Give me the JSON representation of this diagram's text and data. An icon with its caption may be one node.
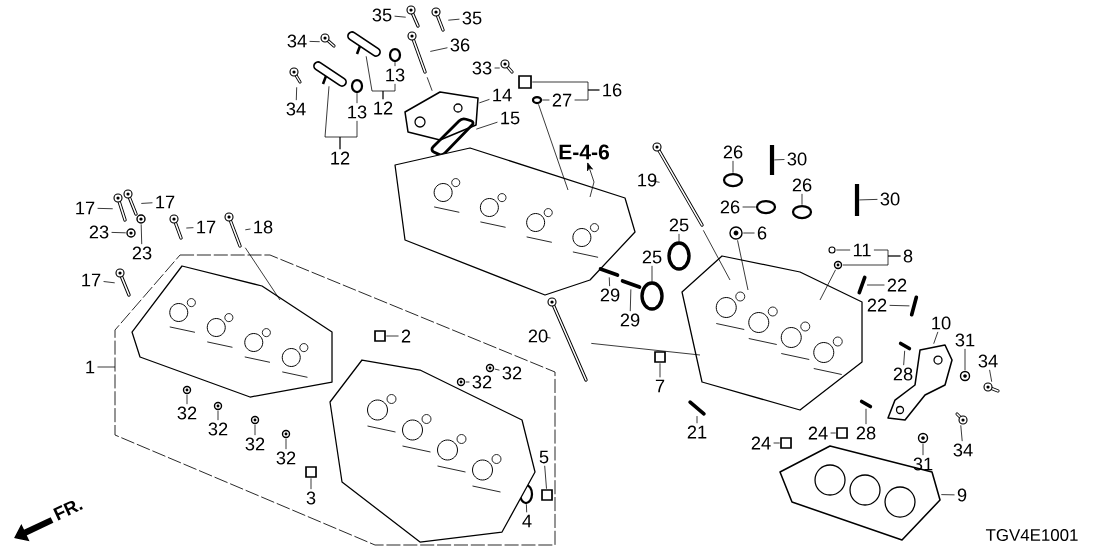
{
  "diagram": {
    "nodes": [
      {
        "text": [
          "35"
        ]
      },
      {
        "text": [
          "35"
        ]
      },
      {
        "text": [
          "34"
        ]
      },
      {
        "text": [
          "36"
        ]
      },
      {
        "text": [
          "13"
        ]
      },
      {
        "text": [
          "33"
        ]
      },
      {
        "text": [
          "16"
        ]
      },
      {
        "text": [
          "27"
        ]
      },
      {
        "text": [
          "14"
        ]
      },
      {
        "text": [
          "12"
        ]
      },
      {
        "text": [
          "34"
        ]
      },
      {
        "text": [
          "13"
        ]
      },
      {
        "text": [
          "15"
        ]
      },
      {
        "text": [
          "12"
        ]
      },
      {
        "text": [
          "E-4-6"
        ]
      },
      {
        "text": [
          "26"
        ]
      },
      {
        "text": [
          "30"
        ]
      },
      {
        "text": [
          "19"
        ]
      },
      {
        "text": [
          "26"
        ]
      },
      {
        "text": [
          "26"
        ]
      },
      {
        "text": [
          "30"
        ]
      },
      {
        "text": [
          "25"
        ]
      },
      {
        "text": [
          "6"
        ]
      },
      {
        "text": [
          "11"
        ]
      },
      {
        "text": [
          "8"
        ]
      },
      {
        "text": [
          "29"
        ]
      },
      {
        "text": [
          "25"
        ]
      },
      {
        "text": [
          "22"
        ]
      },
      {
        "text": [
          "22"
        ]
      },
      {
        "text": [
          "10"
        ]
      },
      {
        "text": [
          "31"
        ]
      },
      {
        "text": [
          "34"
        ]
      },
      {
        "text": [
          "28"
        ]
      },
      {
        "text": [
          "28"
        ]
      },
      {
        "text": [
          "31"
        ]
      },
      {
        "text": [
          "34"
        ]
      },
      {
        "text": [
          "9"
        ]
      },
      {
        "text": [
          "1"
        ]
      },
      {
        "text": [
          "17"
        ]
      },
      {
        "text": [
          "17"
        ]
      },
      {
        "text": [
          "23"
        ]
      },
      {
        "text": [
          "23"
        ]
      },
      {
        "text": [
          "17"
        ]
      },
      {
        "text": [
          "18"
        ]
      },
      {
        "text": [
          "17"
        ]
      },
      {
        "text": [
          "2"
        ]
      },
      {
        "text": [
          "20"
        ]
      },
      {
        "text": [
          "32"
        ]
      },
      {
        "text": [
          "32"
        ]
      },
      {
        "text": [
          "7"
        ]
      },
      {
        "text": [
          "32"
        ]
      },
      {
        "text": [
          "32"
        ]
      },
      {
        "text": [
          "32"
        ]
      },
      {
        "text": [
          "32"
        ]
      },
      {
        "text": [
          "21"
        ]
      },
      {
        "text": [
          "24"
        ]
      },
      {
        "text": [
          "24"
        ]
      },
      {
        "text": [
          "3"
        ]
      },
      {
        "text": [
          "5"
        ]
      },
      {
        "text": [
          "4"
        ]
      },
      {
        "text": [
          "29"
        ]
      },
      {
        "text": [],
        "shape": "picture"
      },
      {
        "text": [],
        "shape": "picture"
      },
      {
        "text": [],
        "shape": "picture"
      },
      {
        "text": [],
        "shape": "picture"
      },
      {
        "text": [],
        "shape": "circle"
      },
      {
        "text": [],
        "shape": "picture"
      },
      {
        "text": [],
        "shape": "box"
      },
      {
        "text": [],
        "shape": "circle"
      },
      {
        "text": [],
        "shape": "picture"
      },
      {
        "text": [],
        "shape": "picture"
      },
      {
        "text": [],
        "shape": "picture"
      },
      {
        "text": [],
        "shape": "circle"
      },
      {
        "text": [],
        "shape": "picture"
      },
      {
        "text": [],
        "shape": "picture"
      },
      {
        "text": [],
        "shape": "picture"
      },
      {
        "text": [],
        "shape": "circle"
      },
      {
        "text": [],
        "shape": "picture"
      },
      {
        "text": [],
        "shape": "picture"
      },
      {
        "text": [],
        "shape": "circle"
      },
      {
        "text": [],
        "shape": "circle"
      },
      {
        "text": [],
        "shape": "picture"
      },
      {
        "text": [],
        "shape": "circle"
      },
      {
        "text": [],
        "shape": "picture"
      },
      {
        "text": [],
        "shape": "circle"
      },
      {
        "text": [],
        "shape": "picture"
      },
      {
        "text": [],
        "shape": "picture"
      },
      {
        "text": [],
        "shape": "circle"
      },
      {
        "text": [],
        "shape": "picture"
      },
      {
        "text": [],
        "shape": "picture"
      },
      {
        "text": [],
        "shape": "picture"
      },
      {
        "text": [],
        "shape": "picture"
      },
      {
        "text": [],
        "shape": "picture"
      },
      {
        "text": [],
        "shape": "picture"
      },
      {
        "text": [],
        "shape": "picture"
      },
      {
        "text": [],
        "shape": "picture"
      },
      {
        "text": [],
        "shape": "picture"
      },
      {
        "text": [],
        "shape": "picture"
      },
      {
        "text": [],
        "shape": "picture"
      },
      {
        "text": [],
        "shape": "picture"
      },
      {
        "text": [],
        "shape": "picture"
      },
      {
        "text": [],
        "shape": "picture"
      },
      {
        "text": [],
        "shape": "picture"
      },
      {
        "text": [],
        "shape": "picture"
      },
      {
        "text": [],
        "shape": "picture"
      },
      {
        "text": [],
        "shape": "picture"
      },
      {
        "text": [],
        "shape": "box"
      },
      {
        "text": [],
        "shape": "picture"
      },
      {
        "text": [],
        "shape": "picture"
      },
      {
        "text": [],
        "shape": "picture"
      },
      {
        "text": [],
        "shape": "box"
      },
      {
        "text": [],
        "shape": "picture"
      },
      {
        "text": [],
        "shape": "picture"
      },
      {
        "text": [],
        "shape": "picture"
      },
      {
        "text": [],
        "shape": "picture"
      },
      {
        "text": [],
        "shape": "picture"
      },
      {
        "text": [],
        "shape": "box"
      },
      {
        "text": [],
        "shape": "box"
      },
      {
        "text": [],
        "shape": "box"
      },
      {
        "text": [],
        "shape": "box"
      },
      {
        "text": [],
        "shape": "circle"
      },
      {
        "text": [],
        "shape": "picture"
      },
      {
        "text": [],
        "shape": "picture"
      },
      {
        "text": [],
        "shape": "picture"
      }
    ],
    "edges": [
      {
        "from": 0,
        "to": 61,
        "arrow": "none"
      },
      {
        "from": 1,
        "to": 62,
        "arrow": "none"
      },
      {
        "from": 2,
        "to": 63,
        "arrow": "none"
      },
      {
        "from": 3,
        "to": 64,
        "arrow": "none"
      },
      {
        "from": 4,
        "to": 65,
        "arrow": "none"
      },
      {
        "from": 5,
        "to": 66,
        "arrow": "none"
      },
      {
        "from": 6,
        "to": 67,
        "arrow": "none"
      },
      {
        "from": 6,
        "to": 7,
        "arrow": "none"
      },
      {
        "from": 7,
        "to": 68,
        "arrow": "none"
      },
      {
        "from": 8,
        "to": 69,
        "arrow": "none"
      },
      {
        "from": 9,
        "to": 70,
        "arrow": "none"
      },
      {
        "from": 9,
        "to": 4,
        "arrow": "none"
      },
      {
        "from": 10,
        "to": 71,
        "arrow": "none"
      },
      {
        "from": 11,
        "to": 72,
        "arrow": "none"
      },
      {
        "from": 12,
        "to": 73,
        "arrow": "none"
      },
      {
        "from": 13,
        "to": 74,
        "arrow": "none"
      },
      {
        "from": 13,
        "to": 11,
        "arrow": "none"
      },
      {
        "from": 75,
        "to": 14,
        "arrow": "to"
      },
      {
        "from": 15,
        "to": 76,
        "arrow": "none"
      },
      {
        "from": 16,
        "to": 77,
        "arrow": "none"
      },
      {
        "from": 17,
        "to": 78,
        "arrow": "none"
      },
      {
        "from": 18,
        "to": 79,
        "arrow": "none"
      },
      {
        "from": 19,
        "to": 80,
        "arrow": "none"
      },
      {
        "from": 20,
        "to": 81,
        "arrow": "none"
      },
      {
        "from": 21,
        "to": 82,
        "arrow": "none"
      },
      {
        "from": 22,
        "to": 83,
        "arrow": "none"
      },
      {
        "from": 23,
        "to": 84,
        "arrow": "none"
      },
      {
        "from": 24,
        "to": 23,
        "arrow": "none"
      },
      {
        "from": 24,
        "to": 85,
        "arrow": "none"
      },
      {
        "from": 25,
        "to": 86,
        "arrow": "none"
      },
      {
        "from": 26,
        "to": 87,
        "arrow": "none"
      },
      {
        "from": 27,
        "to": 88,
        "arrow": "none"
      },
      {
        "from": 28,
        "to": 89,
        "arrow": "none"
      },
      {
        "from": 29,
        "to": 90,
        "arrow": "none"
      },
      {
        "from": 30,
        "to": 91,
        "arrow": "none"
      },
      {
        "from": 31,
        "to": 92,
        "arrow": "none"
      },
      {
        "from": 32,
        "to": 93,
        "arrow": "none"
      },
      {
        "from": 33,
        "to": 94,
        "arrow": "none"
      },
      {
        "from": 34,
        "to": 95,
        "arrow": "none"
      },
      {
        "from": 35,
        "to": 96,
        "arrow": "none"
      },
      {
        "from": 36,
        "to": 97,
        "arrow": "none"
      },
      {
        "from": 37,
        "to": null,
        "arrow": "none"
      },
      {
        "from": 38,
        "to": 99,
        "arrow": "none"
      },
      {
        "from": 39,
        "to": 100,
        "arrow": "none"
      },
      {
        "from": 40,
        "to": 101,
        "arrow": "none"
      },
      {
        "from": 41,
        "to": 102,
        "arrow": "none"
      },
      {
        "from": 42,
        "to": 103,
        "arrow": "none"
      },
      {
        "from": 43,
        "to": 104,
        "arrow": "none"
      },
      {
        "from": 44,
        "to": 105,
        "arrow": "none"
      },
      {
        "from": 45,
        "to": 106,
        "arrow": "none"
      },
      {
        "from": 46,
        "to": 107,
        "arrow": "none"
      },
      {
        "from": 47,
        "to": 108,
        "arrow": "none"
      },
      {
        "from": 48,
        "to": 109,
        "arrow": "none"
      },
      {
        "from": 49,
        "to": 110,
        "arrow": "none"
      },
      {
        "from": 50,
        "to": 111,
        "arrow": "none"
      },
      {
        "from": 51,
        "to": 112,
        "arrow": "none"
      },
      {
        "from": 52,
        "to": 113,
        "arrow": "none"
      },
      {
        "from": 53,
        "to": 114,
        "arrow": "none"
      },
      {
        "from": 54,
        "to": 115,
        "arrow": "none"
      },
      {
        "from": 55,
        "to": 116,
        "arrow": "none"
      },
      {
        "from": 56,
        "to": 117,
        "arrow": "none"
      },
      {
        "from": 57,
        "to": 118,
        "arrow": "none"
      },
      {
        "from": 58,
        "to": 119,
        "arrow": "none"
      },
      {
        "from": 59,
        "to": 120,
        "arrow": "none"
      },
      {
        "from": 60,
        "to": 121,
        "arrow": "none"
      },
      {
        "from": 78,
        "to": 123,
        "arrow": "none"
      },
      {
        "from": 64,
        "to": 69,
        "arrow": "none"
      },
      {
        "from": 107,
        "to": 123,
        "arrow": "none"
      },
      {
        "from": 104,
        "to": 98,
        "arrow": "none"
      },
      {
        "from": 68,
        "to": 75,
        "arrow": "none"
      },
      {
        "from": 83,
        "to": 123,
        "arrow": "none"
      },
      {
        "from": 85,
        "to": 123,
        "arrow": "none"
      }
    ],
    "labels": [
      "FR.",
      "TGV4E1001"
    ]
  }
}
